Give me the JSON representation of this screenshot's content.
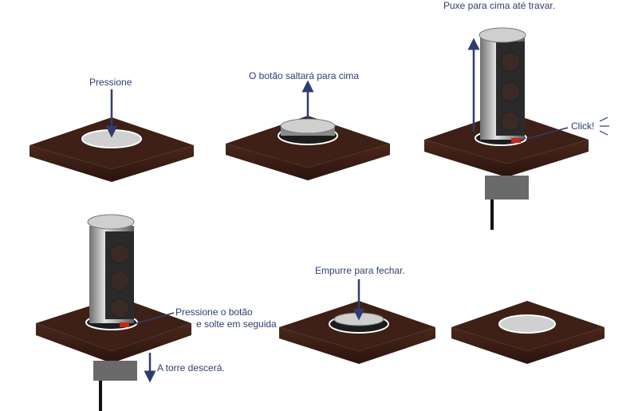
{
  "labels": {
    "press": "Pressione",
    "pop_up": "O botão saltará para cima",
    "pull_up": "Puxe para cima até travar.",
    "click": "Click!",
    "press_release_1": "Pressione o botão",
    "press_release_2": "e solte em seguida",
    "tower_down": "A torre descerá.",
    "push_close": "Empurre para fechar."
  },
  "colors": {
    "wood": "#3e2016",
    "arrow": "#2f3d6e",
    "cap": "#c9c9c9",
    "socket": "#3a2a25",
    "indicator": "#c8261c"
  }
}
